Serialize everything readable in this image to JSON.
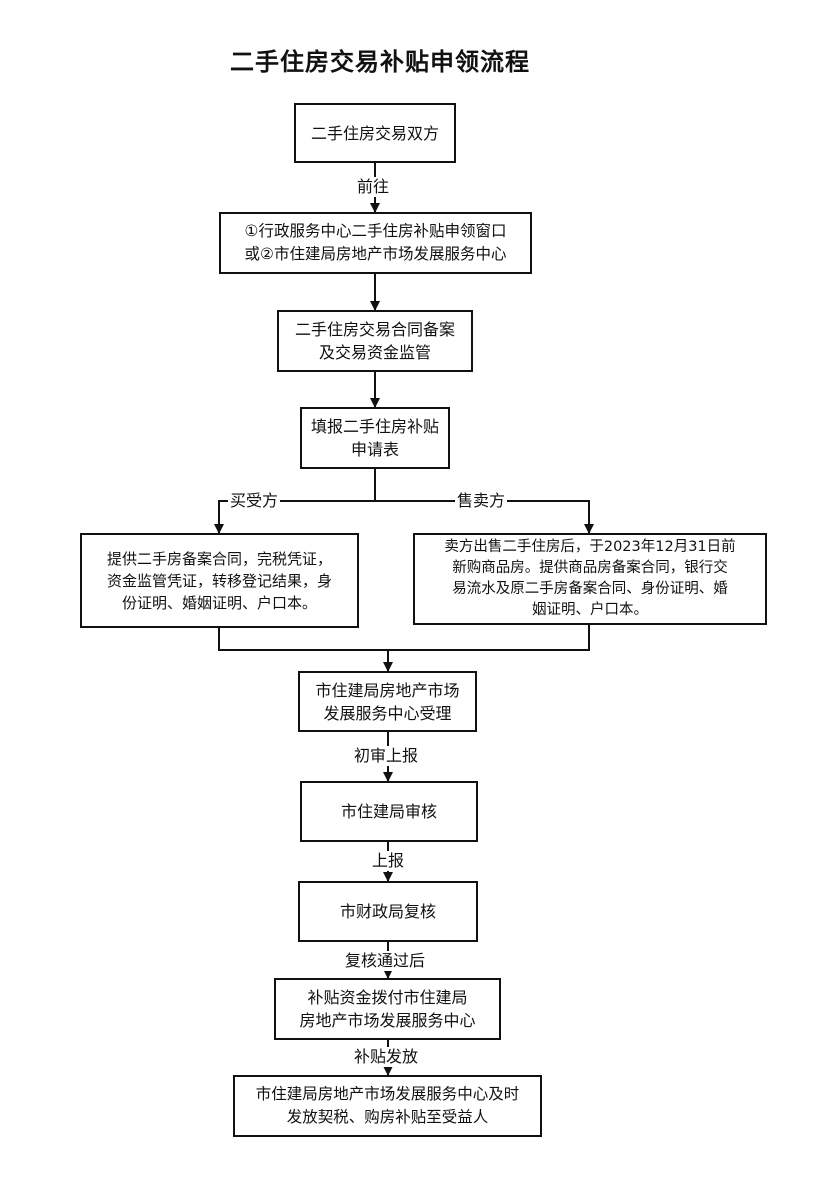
{
  "title": "二手住房交易补贴申领流程",
  "nodes": {
    "parties": "二手住房交易双方",
    "windows": "①行政服务中心二手住房补贴申领窗口\n或②市住建局房地产市场发展服务中心",
    "filing": "二手住房交易合同备案\n及交易资金监管",
    "form": "填报二手住房补贴\n申请表",
    "buyer_docs": "提供二手房备案合同，完税凭证，\n资金监管凭证，转移登记结果，身\n份证明、婚姻证明、户口本。",
    "seller_docs": "卖方出售二手住房后，于2023年12月31日前\n新购商品房。提供商品房备案合同，银行交\n易流水及原二手房备案合同、身份证明、婚\n姻证明、户口本。",
    "accept": "市住建局房地产市场\n发展服务中心受理",
    "review": "市住建局审核",
    "recheck": "市财政局复核",
    "allocate": "补贴资金拨付市住建局\n房地产市场发展服务中心",
    "release": "市住建局房地产市场发展服务中心及时\n发放契税、购房补贴至受益人"
  },
  "edges": {
    "goto": "前往",
    "buyer": "买受方",
    "seller": "售卖方",
    "initial_report": "初审上报",
    "report": "上报",
    "after_recheck": "复核通过后",
    "subsidy_release": "补贴发放"
  }
}
